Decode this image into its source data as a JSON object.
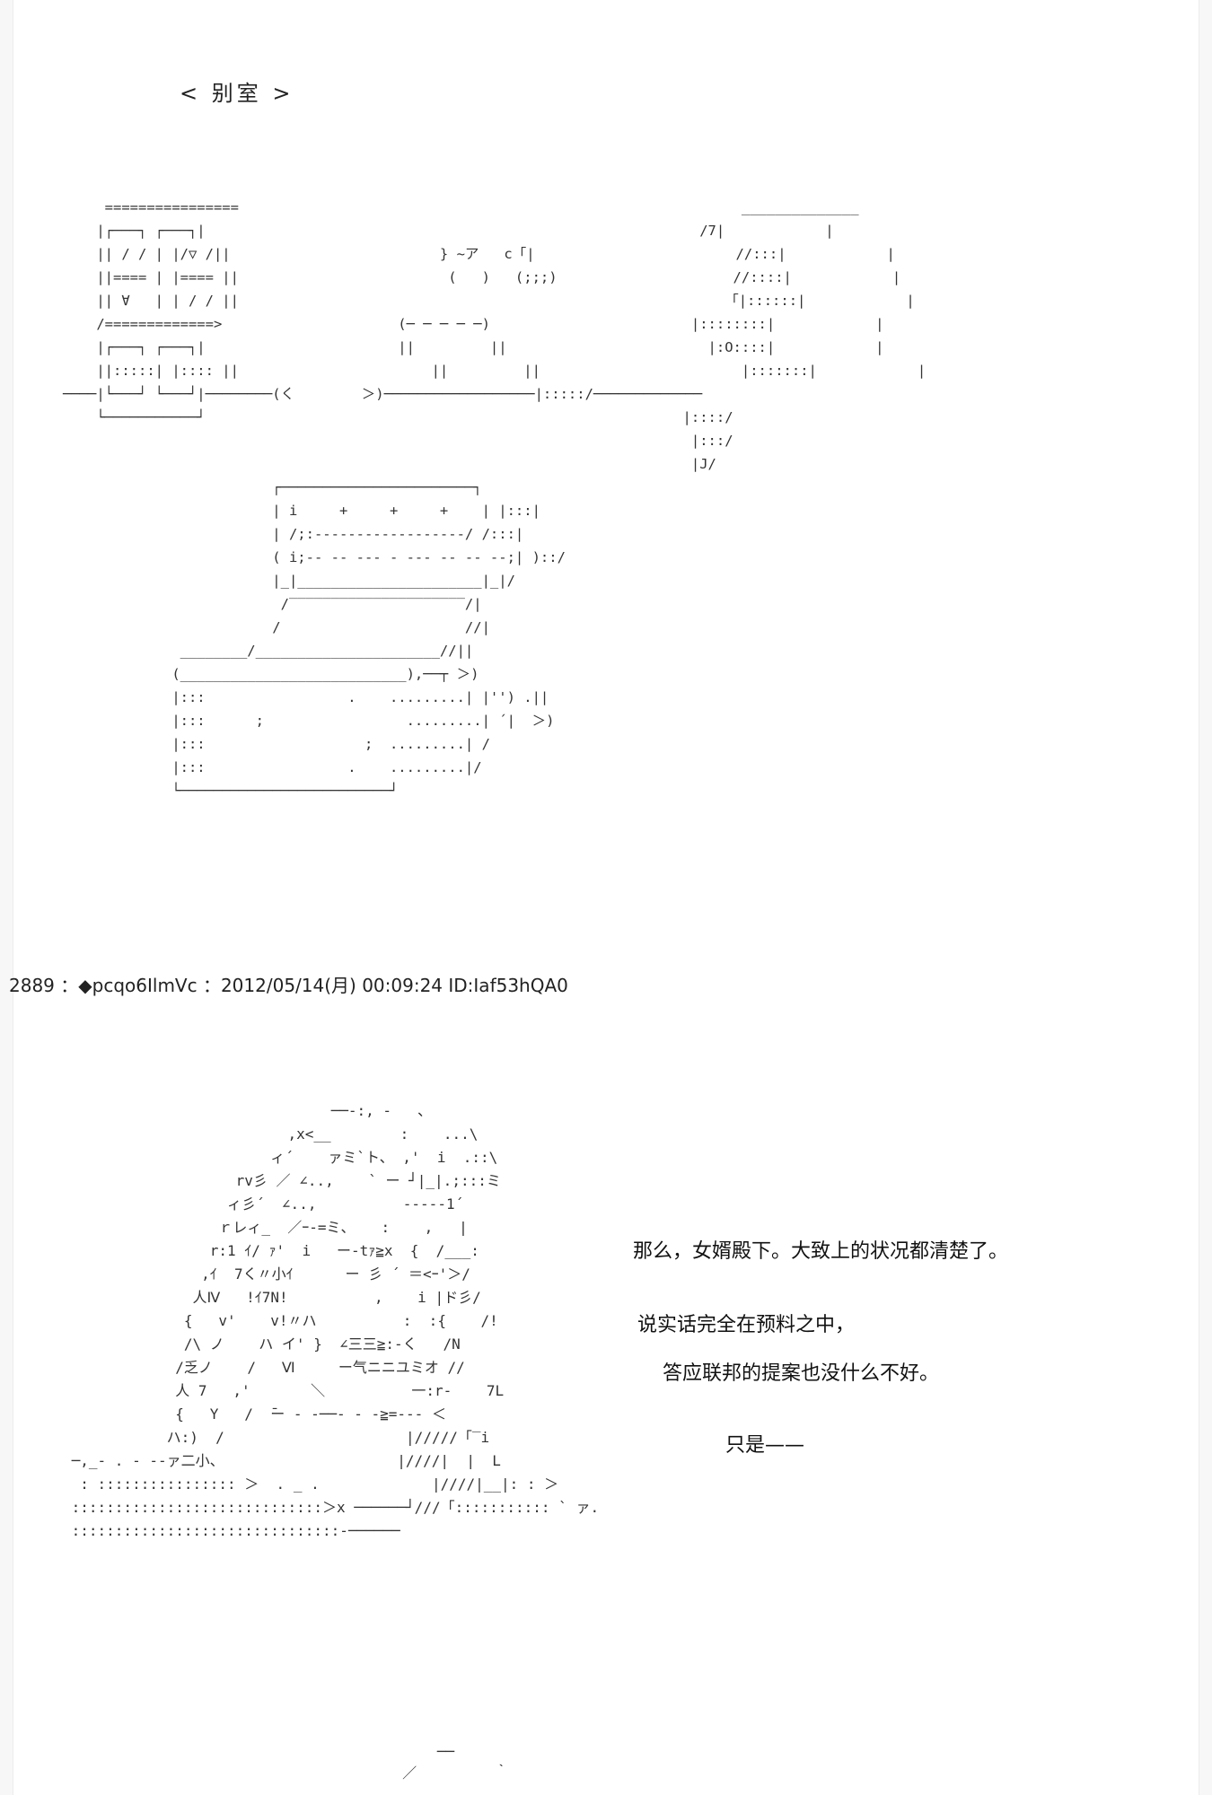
{
  "scene": {
    "title": "< 别室 >"
  },
  "post": {
    "header": "2889 ：◆pcqo6IlmVc ：2012/05/14(月) 00:09:24 ID:Iaf53hQA0"
  },
  "dialogue": {
    "line1": "那么，女婿殿下。大致上的状况都清楚了。",
    "line2": "说实话完全在预料之中，",
    "line3": "答应联邦的提案也没什么不好。",
    "line4": "只是——"
  }
}
